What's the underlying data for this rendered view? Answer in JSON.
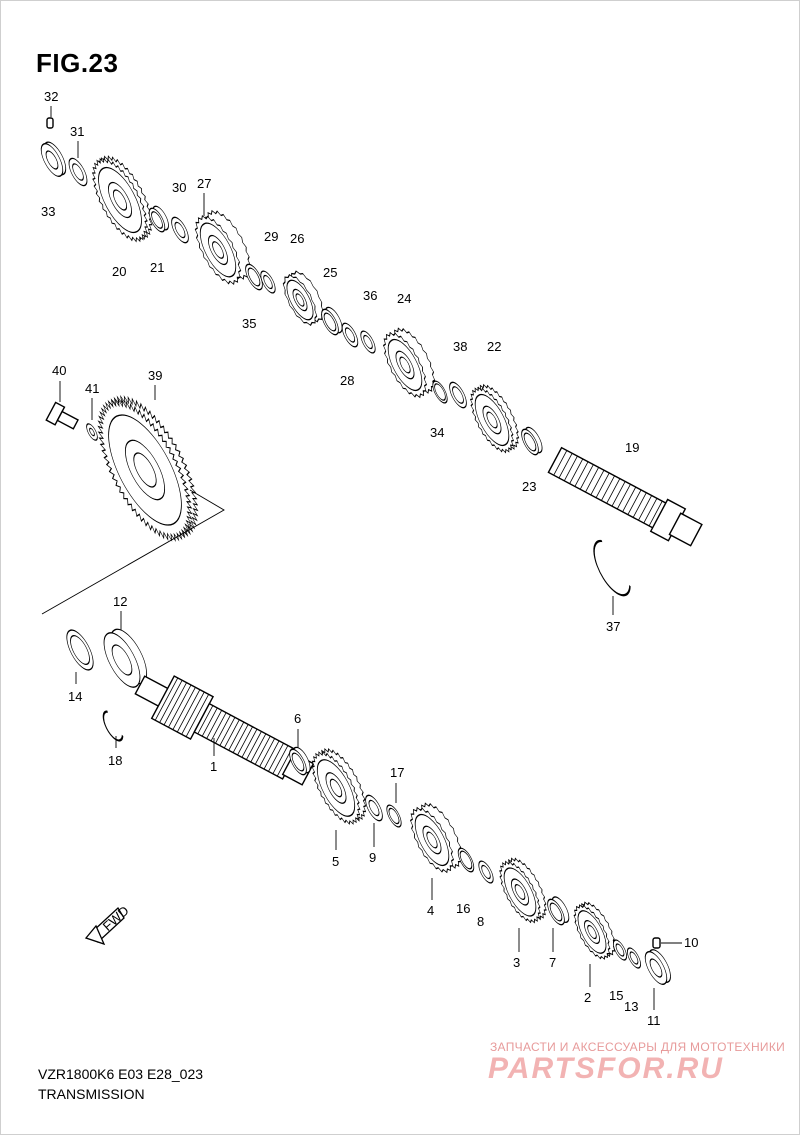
{
  "figure": {
    "title": "FIG.23"
  },
  "footer": {
    "model_code": "VZR1800K6 E03 E28_023",
    "section_name": "TRANSMISSION"
  },
  "watermark": {
    "tagline": "ЗАПЧАСТИ И АКСЕССУАРЫ ДЛЯ МОТОТЕХНИКИ",
    "logo": "PARTSFOR.RU",
    "color": "#f2b3b3"
  },
  "direction_arrow": {
    "label": "FWD"
  },
  "parts": {
    "p1": "1",
    "p2": "2",
    "p3": "3",
    "p4": "4",
    "p5": "5",
    "p6": "6",
    "p7": "7",
    "p8": "8",
    "p9": "9",
    "p10": "10",
    "p11": "11",
    "p12": "12",
    "p13": "13",
    "p14": "14",
    "p15": "15",
    "p16": "16",
    "p17": "17",
    "p18": "18",
    "p19": "19",
    "p20": "20",
    "p21": "21",
    "p22": "22",
    "p23": "23",
    "p24": "24",
    "p25": "25",
    "p26": "26",
    "p27": "27",
    "p28": "28",
    "p29": "29",
    "p30": "30",
    "p31": "31",
    "p32": "32",
    "p33": "33",
    "p34": "34",
    "p35": "35",
    "p36": "36",
    "p37": "37",
    "p38": "38",
    "p39": "39",
    "p40": "40",
    "p41": "41"
  },
  "colors": {
    "line": "#000000",
    "background": "#ffffff"
  }
}
